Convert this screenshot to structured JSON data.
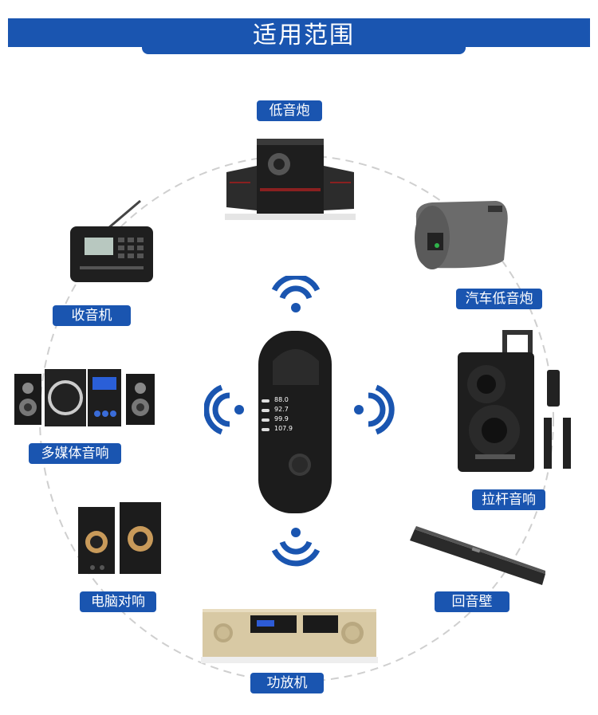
{
  "title": "适用范围",
  "labels": {
    "subwoofer": "低音炮",
    "car_subwoofer": "汽车低音炮",
    "radio": "收音机",
    "multimedia_speaker": "多媒体音响",
    "trolley_speaker": "拉杆音响",
    "pc_speaker": "电脑对响",
    "soundbar": "回音壁",
    "amplifier": "功放机"
  },
  "device_frequencies": [
    "88.0",
    "92.7",
    "99.9",
    "107.9"
  ],
  "colors": {
    "accent": "#1a55b0",
    "ring": "#cccccc"
  },
  "icons": [
    "signal-waves-icon"
  ]
}
